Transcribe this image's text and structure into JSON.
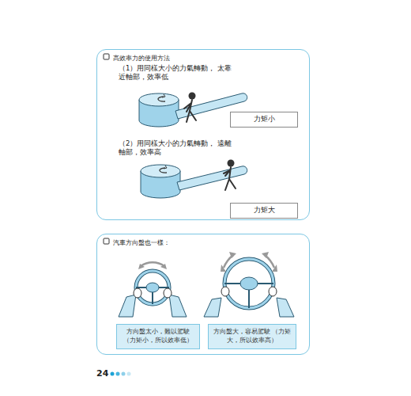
{
  "diagram": {
    "nodes": [
      {
        "text": [
          "高效率力的使用方法"
        ]
      },
      {
        "text": [
          "力矩小"
        ],
        "in": 0
      },
      {
        "text": [
          "力矩大"
        ],
        "in": 0
      },
      {
        "text": [
          "汽車方向盤也一樣："
        ]
      },
      {
        "text": [
          "方向盤太小，難以駕駛 （力矩小，所以效率低）"
        ],
        "in": 3
      },
      {
        "text": [
          "方向盤大，容易駕駛 （力矩大，所以效率高）"
        ],
        "in": 3
      }
    ],
    "labels": [
      "（1）用同樣大小的力氣轉動， 太靠近軸部，效率低",
      "（2）用同樣大小的力氣轉動， 遠離軸部，效率高",
      "24"
    ]
  }
}
